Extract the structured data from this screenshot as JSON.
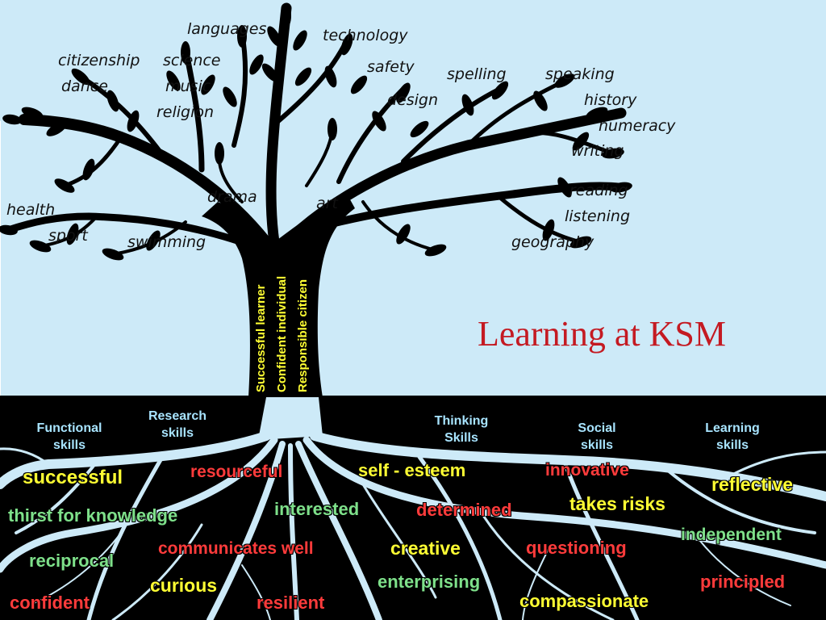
{
  "title": "Learning at KSM",
  "colors": {
    "sky": "#cdeaf8",
    "ground": "#000000",
    "roots": "#cdeaf8",
    "title": "#c41a22",
    "trunk_text": "#ffff33",
    "skill_heading": "#a8e4ff",
    "trait_yellow": "#ffff33",
    "trait_red": "#ff3b3b",
    "trait_green": "#7ee08a",
    "trait_white": "#ffffff"
  },
  "subjects": [
    "languages",
    "technology",
    "citizenship",
    "science",
    "safety",
    "spelling",
    "speaking",
    "dance",
    "music",
    "design",
    "history",
    "religion",
    "numeracy",
    "writing",
    "reading",
    "drama",
    "art",
    "health",
    "listening",
    "sport",
    "swimming",
    "geography"
  ],
  "trunk_labels": [
    "Successful learner",
    "Confident individual",
    "Responsible citizen"
  ],
  "skills": [
    "Functional\nskills",
    "Research\nskills",
    "Thinking\nSkills",
    "Social\nskills",
    "Learning\nskills"
  ],
  "traits": [
    {
      "text": "successful",
      "color": "yellow"
    },
    {
      "text": "resourceful",
      "color": "red"
    },
    {
      "text": "self - esteem",
      "color": "yellow"
    },
    {
      "text": "innovative",
      "color": "red"
    },
    {
      "text": "reflective",
      "color": "yellow"
    },
    {
      "text": "thirst for knowledge",
      "color": "green"
    },
    {
      "text": "interested",
      "color": "green"
    },
    {
      "text": "determined",
      "color": "red"
    },
    {
      "text": "takes risks",
      "color": "yellow"
    },
    {
      "text": "independent",
      "color": "green"
    },
    {
      "text": "reciprocal",
      "color": "green"
    },
    {
      "text": "communicates well",
      "color": "red"
    },
    {
      "text": "creative",
      "color": "yellow"
    },
    {
      "text": "questioning",
      "color": "red"
    },
    {
      "text": "curious",
      "color": "yellow"
    },
    {
      "text": "enterprising",
      "color": "green"
    },
    {
      "text": "principled",
      "color": "red"
    },
    {
      "text": "confident",
      "color": "red"
    },
    {
      "text": "resilient",
      "color": "red"
    },
    {
      "text": "compassionate",
      "color": "yellow"
    }
  ]
}
